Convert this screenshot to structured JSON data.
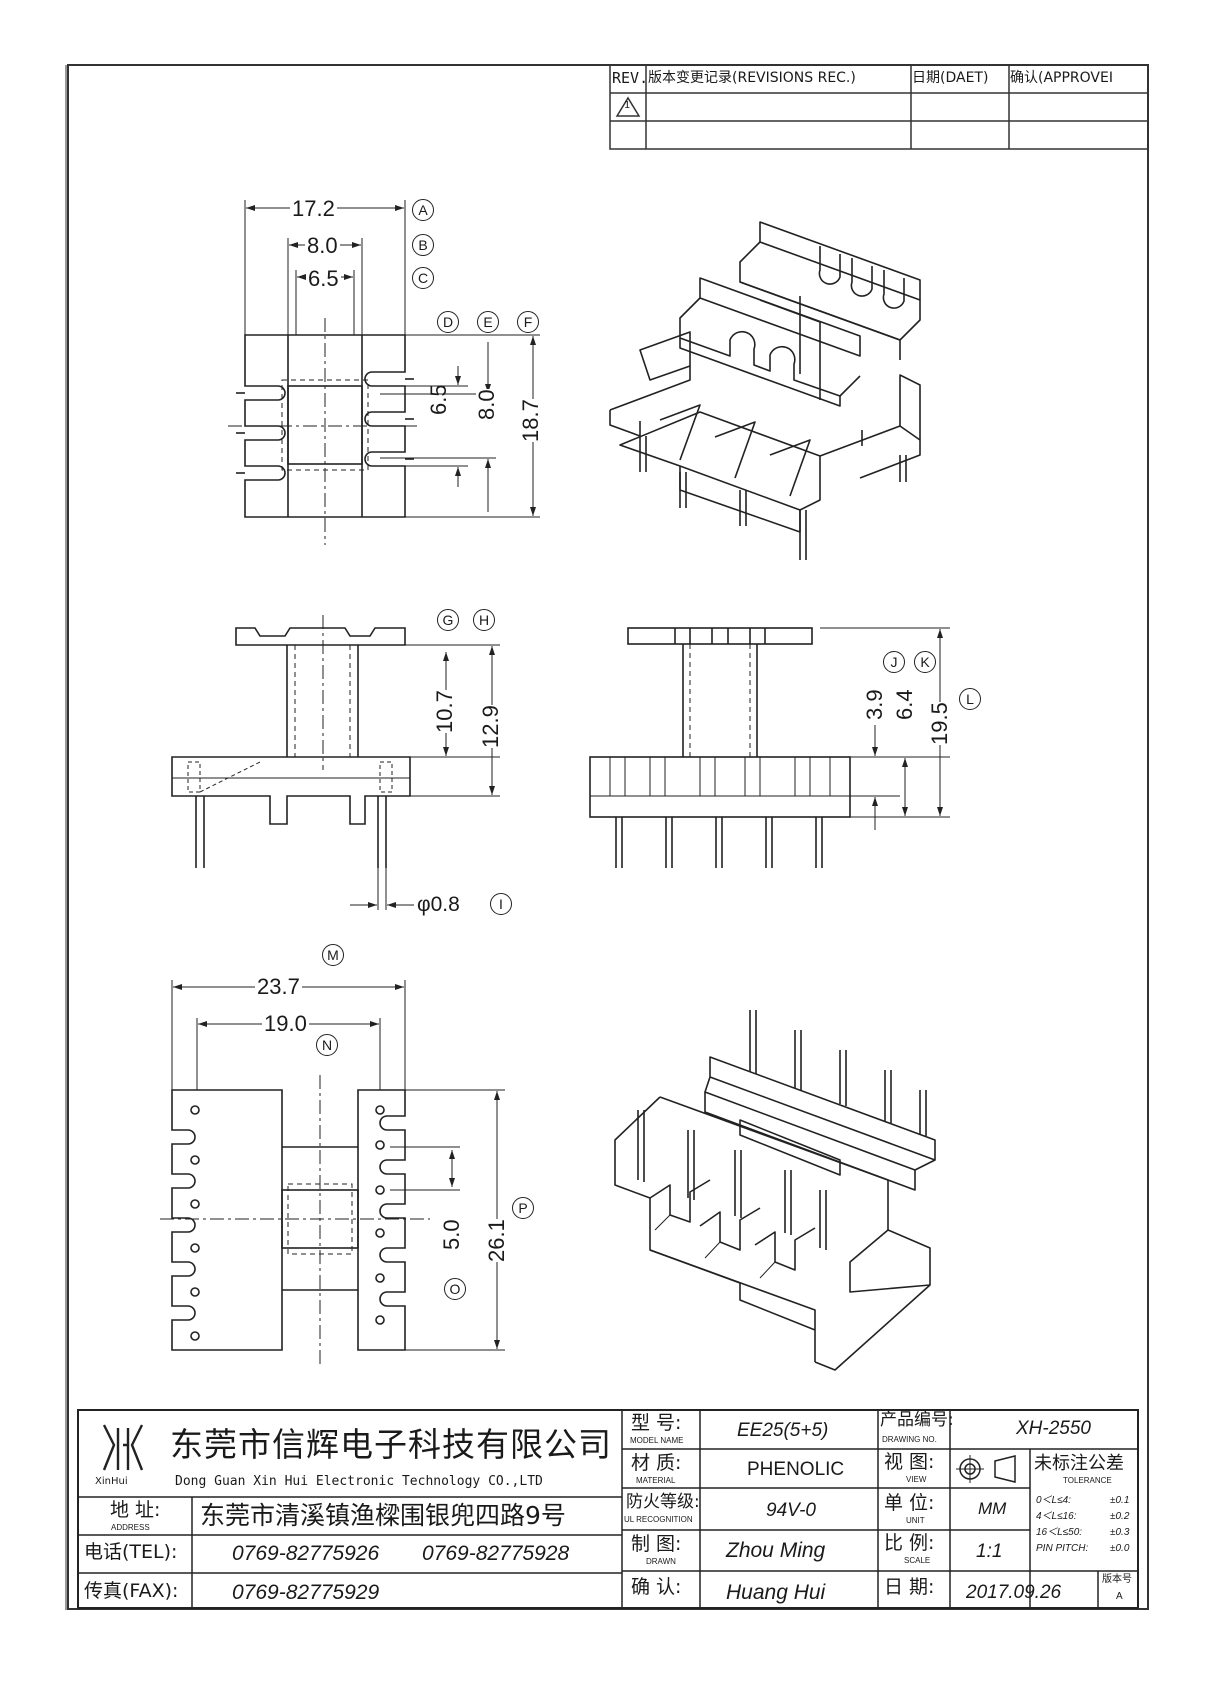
{
  "revision_table": {
    "headers": [
      "REV.",
      "版本变更记录(REVISIONS REC.)",
      "日期(DAET)",
      "确认(APPROVEI"
    ],
    "rows": [
      [
        "1",
        "",
        "",
        ""
      ],
      [
        "",
        "",
        "",
        ""
      ]
    ]
  },
  "dimensions": {
    "top_view": [
      {
        "value": "17.2",
        "tag": "A"
      },
      {
        "value": "8.0",
        "tag": "B"
      },
      {
        "value": "6.5",
        "tag": "C"
      },
      {
        "value": "6.5",
        "tag": "D"
      },
      {
        "value": "8.0",
        "tag": "E"
      },
      {
        "value": "18.7",
        "tag": "F"
      }
    ],
    "front_view": [
      {
        "value": "10.7",
        "tag": "G"
      },
      {
        "value": "12.9",
        "tag": "H"
      },
      {
        "value": "φ0.8",
        "tag": "I"
      }
    ],
    "side_view": [
      {
        "value": "3.9",
        "tag": "J"
      },
      {
        "value": "6.4",
        "tag": "K"
      },
      {
        "value": "19.5",
        "tag": "L"
      }
    ],
    "bottom_view": [
      {
        "value": "23.7",
        "tag": "M"
      },
      {
        "value": "19.0",
        "tag": "N"
      },
      {
        "value": "5.0",
        "tag": "O"
      },
      {
        "value": "26.1",
        "tag": "P"
      }
    ]
  },
  "title_block": {
    "logo_text": "XinHui",
    "company_cn": "东莞市信辉电子科技有限公司",
    "company_en": "Dong Guan Xin Hui Electronic Technology CO.,LTD",
    "address_label": "地  址:",
    "address_label_en": "ADDRESS",
    "address": "东莞市清溪镇渔樑围银兜四路9号",
    "tel_label": "电话(TEL):",
    "tel_1": "0769-82775926",
    "tel_2": "0769-82775928",
    "fax_label": "传真(FAX):",
    "fax": "0769-82775929",
    "model_label": "型  号:",
    "model_label_en": "MODEL NAME",
    "model": "EE25(5+5)",
    "material_label": "材  质:",
    "material_label_en": "MATERIAL",
    "material": "PHENOLIC",
    "ul_label": "防火等级:",
    "ul_label_en": "UL RECOGNITION",
    "ul": "94V-0",
    "drawn_label": "制  图:",
    "drawn_label_en": "DRAWN",
    "drawn": "Zhou Ming",
    "check_label": "确  认:",
    "check": "Huang Hui",
    "drawing_no_label": "产品编号:",
    "drawing_no_label_en": "DRAWING NO.",
    "drawing_no": "XH-2550",
    "view_label": "视  图:",
    "view_label_en": "VIEW",
    "unit_label": "单  位:",
    "unit_label_en": "UNIT",
    "unit": "MM",
    "scale_label": "比  例:",
    "scale_label_en": "SCALE",
    "scale": "1:1",
    "date_label": "日  期:",
    "date": "2017.09.26",
    "version_label": "版本号",
    "version": "A",
    "tolerance_title": "未标注公差",
    "tolerance_title_en": "TOLERANCE",
    "tolerances": [
      {
        "range": "0＜L≤4:",
        "value": "±0.1"
      },
      {
        "range": "4＜L≤16:",
        "value": "±0.2"
      },
      {
        "range": "16＜L≤50:",
        "value": "±0.3"
      },
      {
        "range": "PIN PITCH:",
        "value": "±0.0"
      }
    ]
  }
}
